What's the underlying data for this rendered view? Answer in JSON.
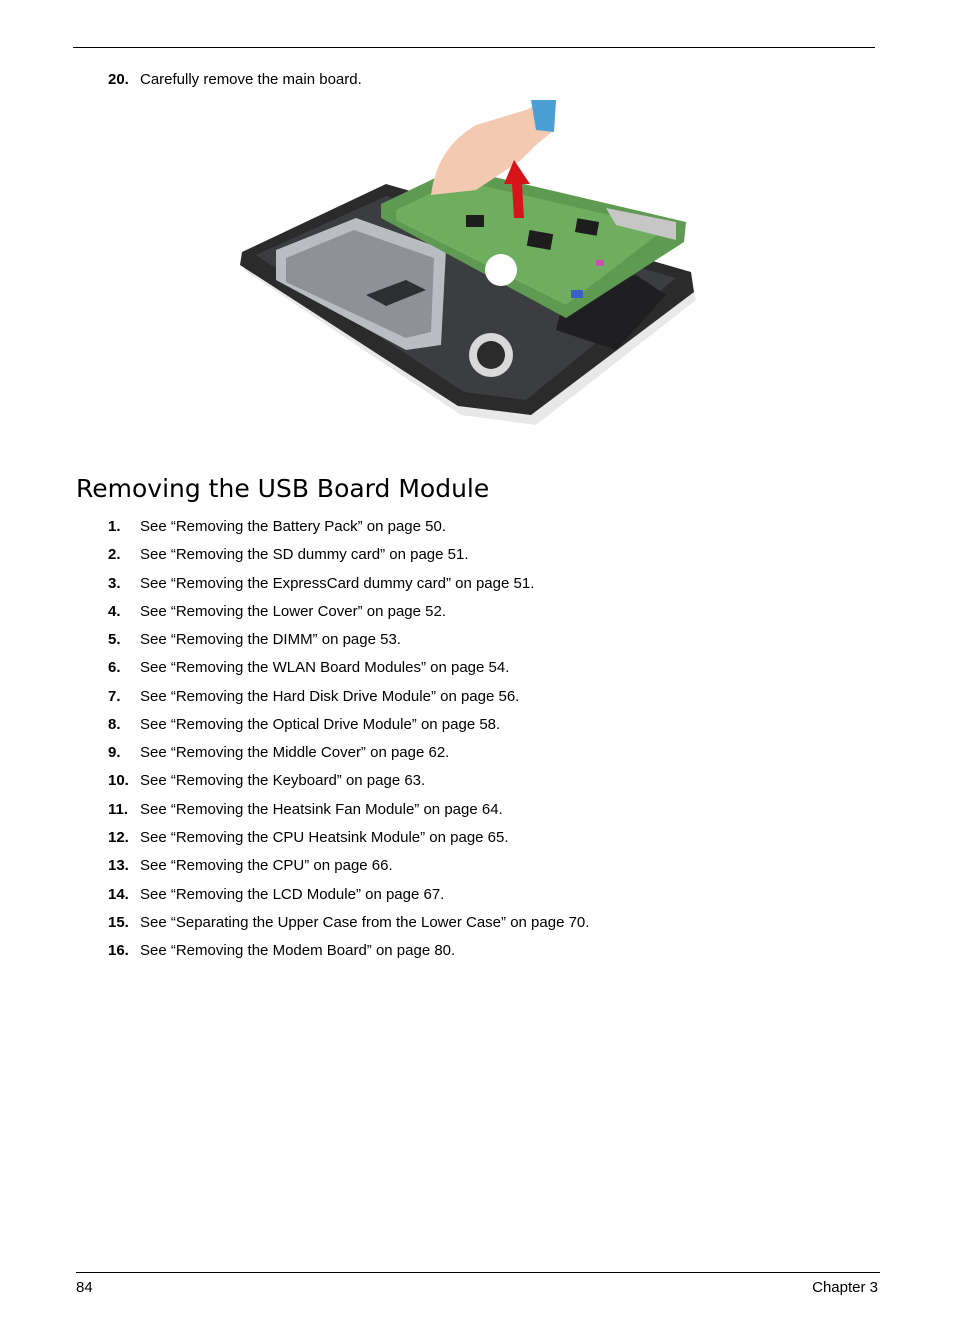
{
  "step_20": {
    "number": "20.",
    "text": "Carefully remove the main board."
  },
  "section_title": "Removing the USB Board Module",
  "steps": [
    {
      "number": "1.",
      "text": "See “Removing the Battery Pack” on page 50."
    },
    {
      "number": "2.",
      "text": "See “Removing the SD dummy card” on page 51."
    },
    {
      "number": "3.",
      "text": "See “Removing the ExpressCard dummy card” on page 51."
    },
    {
      "number": "4.",
      "text": "See “Removing the Lower Cover” on page 52."
    },
    {
      "number": "5.",
      "text": "See “Removing the DIMM” on page 53."
    },
    {
      "number": "6.",
      "text": "See “Removing the WLAN Board Modules” on page 54."
    },
    {
      "number": "7.",
      "text": "See “Removing the Hard Disk Drive Module” on page 56."
    },
    {
      "number": "8.",
      "text": "See “Removing the Optical Drive Module” on page 58."
    },
    {
      "number": "9.",
      "text": "See “Removing the Middle Cover” on page 62."
    },
    {
      "number": "10.",
      "text": "See “Removing the Keyboard” on page 63."
    },
    {
      "number": "11.",
      "text": "See “Removing the Heatsink Fan Module” on page 64."
    },
    {
      "number": "12.",
      "text": "See “Removing the CPU Heatsink Module” on page 65."
    },
    {
      "number": "13.",
      "text": "See “Removing the CPU” on page 66."
    },
    {
      "number": "14.",
      "text": "See “Removing the LCD Module” on page 67."
    },
    {
      "number": "15.",
      "text": "See “Separating the Upper Case from the Lower Case” on page 70."
    },
    {
      "number": "16.",
      "text": "See “Removing the Modem Board” on page 80."
    }
  ],
  "footer": {
    "page_number": "84",
    "chapter": "Chapter 3"
  },
  "colors": {
    "board_green": "#5f9a52",
    "arrow_red": "#d8141b",
    "chassis": "#2b2b2b",
    "metal": "#b9bcc0"
  }
}
